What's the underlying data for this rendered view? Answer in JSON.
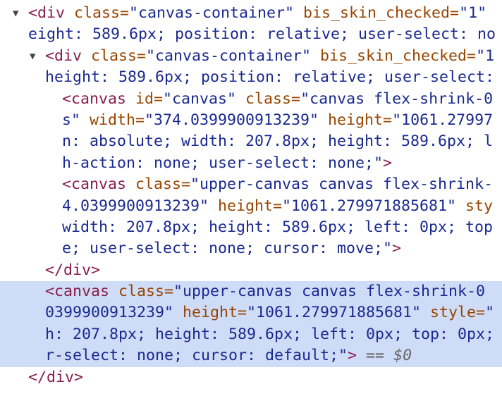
{
  "colors": {
    "tag": "#881f4a",
    "attr": "#994500",
    "value": "#1a2a8f",
    "selected_bg": "#cfdcf7"
  },
  "lines": [
    {
      "indent": 40,
      "arrow": "expanded",
      "tokens": [
        [
          "tag",
          "<div "
        ],
        [
          "attr",
          "class="
        ],
        [
          "val",
          "\"canvas-container\" "
        ],
        [
          "attr",
          "bis_skin_checked="
        ],
        [
          "val",
          "\"1\""
        ]
      ]
    },
    {
      "indent": 40,
      "tokens": [
        [
          "val",
          "eight: 589.6px; position: relative; user-select: no"
        ]
      ]
    },
    {
      "indent": 64,
      "arrow": "expanded",
      "tokens": [
        [
          "tag",
          "<div "
        ],
        [
          "attr",
          "class="
        ],
        [
          "val",
          "\"canvas-container\" "
        ],
        [
          "attr",
          "bis_skin_checked="
        ],
        [
          "val",
          "\"1"
        ]
      ]
    },
    {
      "indent": 64,
      "tokens": [
        [
          "val",
          "height: 589.6px; position: relative; user-select:"
        ]
      ]
    },
    {
      "indent": 88,
      "tokens": [
        [
          "tag",
          "<canvas "
        ],
        [
          "attr",
          "id="
        ],
        [
          "val",
          "\"canvas\" "
        ],
        [
          "attr",
          "class="
        ],
        [
          "val",
          "\"canvas flex-shrink-0"
        ]
      ]
    },
    {
      "indent": 88,
      "tokens": [
        [
          "val",
          "s\" "
        ],
        [
          "attr",
          "width="
        ],
        [
          "val",
          "\"374.0399900913239\" "
        ],
        [
          "attr",
          "height="
        ],
        [
          "val",
          "\"1061.27997"
        ]
      ]
    },
    {
      "indent": 88,
      "tokens": [
        [
          "val",
          "n: absolute; width: 207.8px; height: 589.6px; l"
        ]
      ]
    },
    {
      "indent": 88,
      "tokens": [
        [
          "val",
          "h-action: none; user-select: none;\""
        ],
        [
          "tag",
          ">"
        ]
      ]
    },
    {
      "indent": 88,
      "tokens": [
        [
          "tag",
          "<canvas "
        ],
        [
          "attr",
          "class="
        ],
        [
          "val",
          "\"upper-canvas canvas flex-shrink-"
        ]
      ]
    },
    {
      "indent": 88,
      "tokens": [
        [
          "val",
          "4.0399900913239\" "
        ],
        [
          "attr",
          "height="
        ],
        [
          "val",
          "\"1061.279971885681\" "
        ],
        [
          "attr",
          "sty"
        ]
      ]
    },
    {
      "indent": 88,
      "tokens": [
        [
          "val",
          "width: 207.8px; height: 589.6px; left: 0px; top"
        ]
      ]
    },
    {
      "indent": 88,
      "tokens": [
        [
          "val",
          "e; user-select: none; cursor: move;\""
        ],
        [
          "tag",
          ">"
        ]
      ]
    },
    {
      "indent": 64,
      "tokens": [
        [
          "tag",
          "</div>"
        ]
      ]
    },
    {
      "indent": 64,
      "selected": true,
      "tokens": [
        [
          "tag",
          "<canvas "
        ],
        [
          "attr",
          "class="
        ],
        [
          "val",
          "\"upper-canvas canvas flex-shrink-0"
        ]
      ]
    },
    {
      "indent": 64,
      "selected": true,
      "tokens": [
        [
          "val",
          "0399900913239\" "
        ],
        [
          "attr",
          "height="
        ],
        [
          "val",
          "\"1061.279971885681\" "
        ],
        [
          "attr",
          "style="
        ],
        [
          "val",
          "\""
        ]
      ]
    },
    {
      "indent": 64,
      "selected": true,
      "tokens": [
        [
          "val",
          "h: 207.8px; height: 589.6px; left: 0px; top: 0px;"
        ]
      ]
    },
    {
      "indent": 64,
      "selected": true,
      "tokens": [
        [
          "val",
          "r-select: none; cursor: default;\""
        ],
        [
          "tag",
          ">"
        ],
        [
          "eq",
          " == "
        ],
        [
          "ref",
          "$0"
        ]
      ]
    },
    {
      "indent": 40,
      "tokens": [
        [
          "tag",
          "</div>"
        ]
      ]
    }
  ]
}
